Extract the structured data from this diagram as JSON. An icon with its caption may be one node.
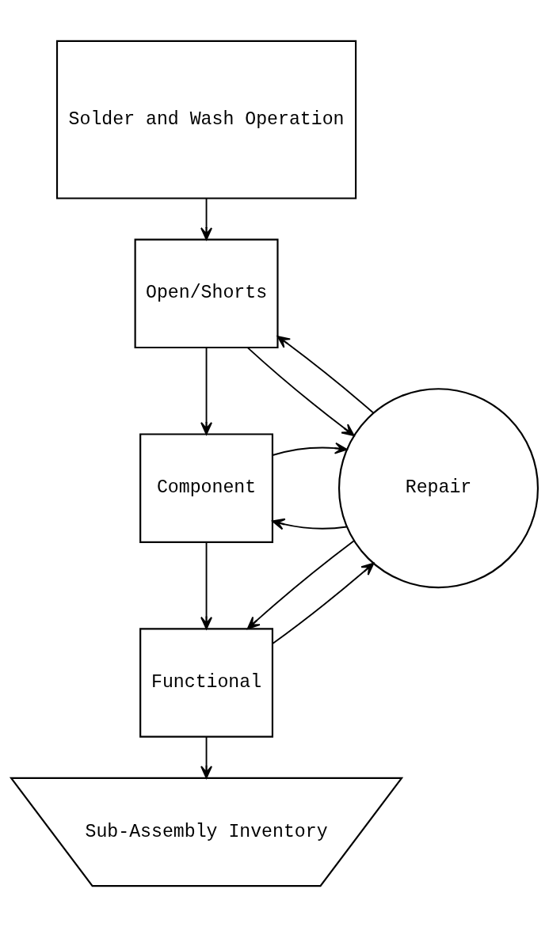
{
  "diagram": {
    "nodes": [
      {
        "text": [
          "Solder and Wash Operation"
        ]
      },
      {
        "text": [
          "Open/Shorts"
        ]
      },
      {
        "text": [
          "Component"
        ]
      },
      {
        "text": [
          "Functional"
        ]
      },
      {
        "text": [
          "Repair"
        ]
      },
      {
        "text": [
          "Sub-Assembly Inventory"
        ]
      }
    ],
    "edges": [
      {
        "from": 0,
        "to": 1,
        "arrow": "to"
      },
      {
        "from": 4,
        "to": 1,
        "arrow": "to"
      },
      {
        "from": 1,
        "to": 4,
        "arrow": "to"
      },
      {
        "from": 1,
        "to": 2,
        "arrow": "to"
      },
      {
        "from": 4,
        "to": 2,
        "arrow": "to"
      },
      {
        "from": 2,
        "to": 4,
        "arrow": "to"
      },
      {
        "from": 2,
        "to": 3,
        "arrow": "to"
      },
      {
        "from": 4,
        "to": 3,
        "arrow": "to"
      },
      {
        "from": 3,
        "to": 4,
        "arrow": "to"
      },
      {
        "from": 3,
        "to": 5,
        "arrow": "to"
      }
    ]
  }
}
